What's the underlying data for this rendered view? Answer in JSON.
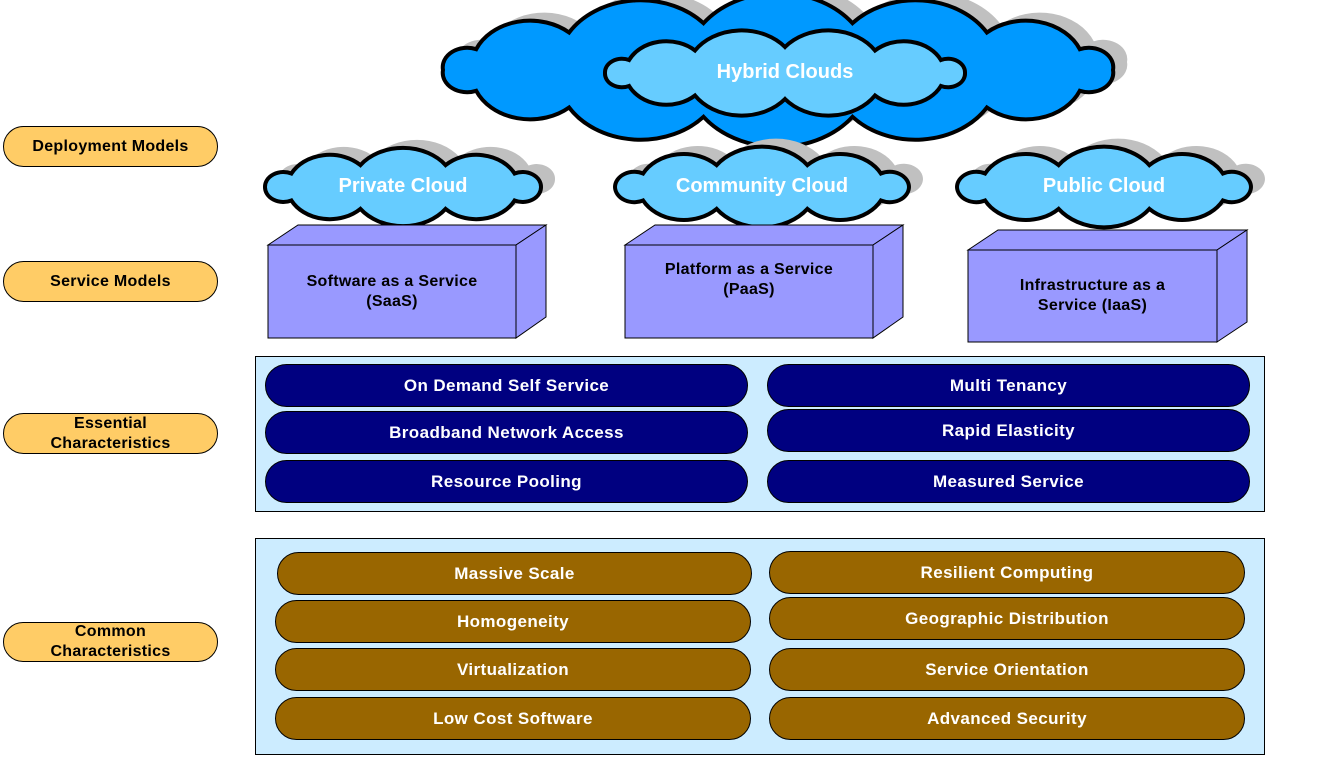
{
  "colors": {
    "label_fill": "#FFCC66",
    "hybrid_outer": "#0099FF",
    "cloud_light": "#66CCFF",
    "cloud_shadow": "#C0C0C0",
    "box_fill": "#9999FF",
    "panel_fill": "#CCECFF",
    "essential_pill": "#000080",
    "common_pill": "#996600"
  },
  "layers": {
    "deployment": "Deployment Models",
    "service": "Service Models",
    "essential": "Essential Characteristics",
    "common": "Common Characteristics"
  },
  "deployment_models": {
    "hybrid": "Hybrid Clouds",
    "private": "Private Cloud",
    "community": "Community Cloud",
    "public": "Public Cloud"
  },
  "service_models": [
    {
      "line1": "Software as a Service",
      "line2": "(SaaS)"
    },
    {
      "line1": "Platform as a Service",
      "line2": "(PaaS)"
    },
    {
      "line1": "Infrastructure as a",
      "line2": "Service (IaaS)"
    }
  ],
  "essential_characteristics": [
    "On Demand Self Service",
    "Multi Tenancy",
    "Broadband Network Access",
    "Rapid Elasticity",
    "Resource Pooling",
    "Measured Service"
  ],
  "common_characteristics": [
    "Massive Scale",
    "Resilient Computing",
    "Homogeneity",
    "Geographic Distribution",
    "Virtualization",
    "Service Orientation",
    "Low Cost Software",
    "Advanced Security"
  ]
}
